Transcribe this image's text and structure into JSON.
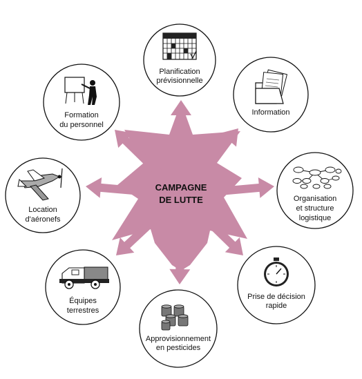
{
  "center": {
    "line1": "CAMPAGNE",
    "line2": "DE LUTTE",
    "color": "#c88aa6"
  },
  "nodes": [
    {
      "id": "planification",
      "lines": [
        "Planification",
        "prévisionnelle"
      ],
      "icon": "calendar-icon"
    },
    {
      "id": "information",
      "lines": [
        "Information"
      ],
      "icon": "folder-icon"
    },
    {
      "id": "organisation",
      "lines": [
        "Organisation",
        "et structure",
        "logistique"
      ],
      "icon": "org-chart-icon"
    },
    {
      "id": "prise-decision",
      "lines": [
        "Prise de décision",
        "rapide"
      ],
      "icon": "stopwatch-icon"
    },
    {
      "id": "approvisionnement",
      "lines": [
        "Approvisionnement",
        "en pesticides"
      ],
      "icon": "barrels-icon"
    },
    {
      "id": "equipes",
      "lines": [
        "Équipes",
        "terrestres"
      ],
      "icon": "truck-icon"
    },
    {
      "id": "location",
      "lines": [
        "Location",
        "d'aéronefs"
      ],
      "icon": "airplane-icon"
    },
    {
      "id": "formation",
      "lines": [
        "Formation",
        "du personnel"
      ],
      "icon": "trainer-icon"
    }
  ]
}
